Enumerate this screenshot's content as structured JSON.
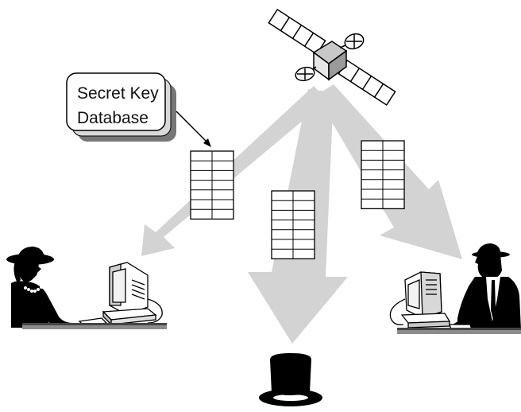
{
  "callout": {
    "line1": "Secret Key",
    "line2": "Database"
  },
  "colors": {
    "beam": "#d3d3d3",
    "ink": "#000000",
    "callout_shadow": "#777777",
    "desk_shadow": "#8c8c8c"
  },
  "tables": {
    "rows": 7,
    "columns": 2
  },
  "icons": [
    "satellite-icon",
    "woman-icon",
    "man-with-hat-icon",
    "top-hat-icon",
    "computer-icon"
  ]
}
